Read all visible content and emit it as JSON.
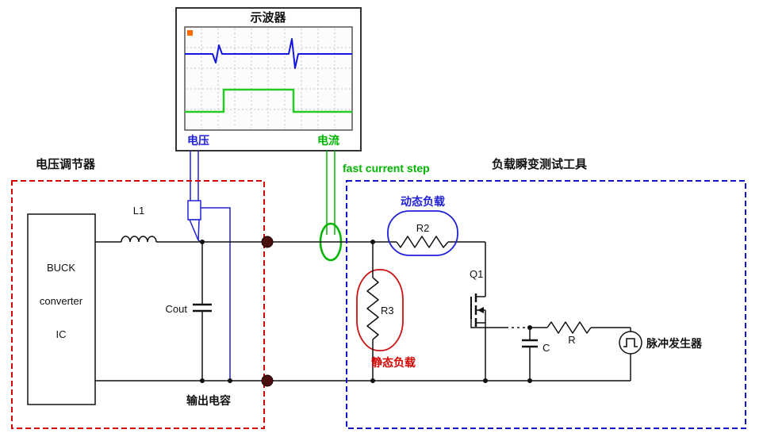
{
  "colors": {
    "wire": "#111111",
    "blue": "#2020d8",
    "green": "#00b400",
    "red": "#d40000",
    "maroon_dot": "#4a0d0d",
    "trigger_marker": "#ff6a00"
  },
  "oscilloscope": {
    "title": "示波器",
    "voltage_label": "电压",
    "current_label": "电流"
  },
  "notes": {
    "fast_current_step": "fast current step"
  },
  "regulator": {
    "title": "电压调节器",
    "buck": {
      "line1": "BUCK",
      "line2": "converter",
      "line3": "IC"
    },
    "inductor": "L1",
    "output_cap": "Cout",
    "output_cap_note": "输出电容"
  },
  "load_tool": {
    "title": "负载瞬变测试工具",
    "dynamic_load_note": "动态负载",
    "static_load_note": "静态负载",
    "r2": "R2",
    "r3": "R3",
    "q1": "Q1",
    "r": "R",
    "c": "C",
    "pulse_generator": "脉冲发生器"
  }
}
